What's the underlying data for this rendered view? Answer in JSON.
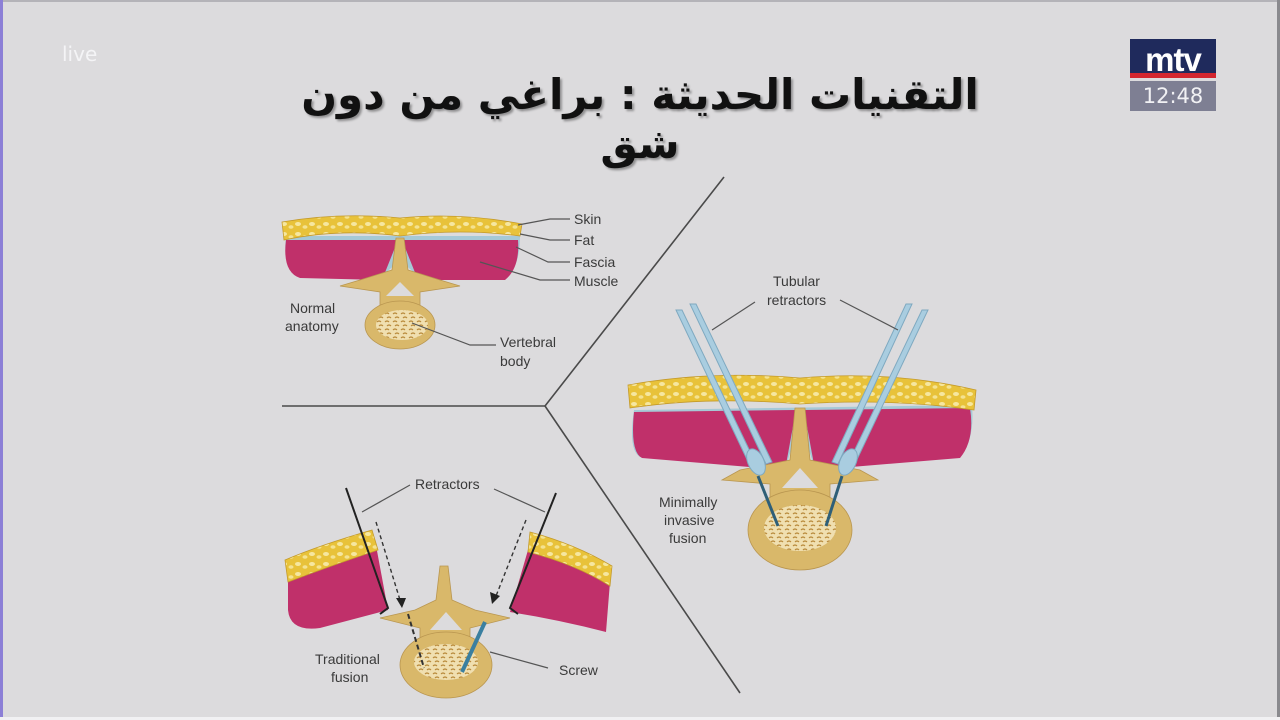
{
  "overlay": {
    "live_label": "live",
    "channel_logo": "mtv",
    "clock": "12:48"
  },
  "slide": {
    "title": "التقنيات الحديثة : براغي من دون شق",
    "panels": {
      "normal_anatomy": {
        "caption": [
          "Normal",
          "anatomy"
        ],
        "labels": {
          "skin": "Skin",
          "fat": "Fat",
          "fascia": "Fascia",
          "muscle": "Muscle",
          "vertebral_body": [
            "Vertebral",
            "body"
          ]
        }
      },
      "minimally_invasive": {
        "caption": [
          "Minimally",
          "invasive",
          "fusion"
        ],
        "labels": {
          "tubular_retractors": [
            "Tubular",
            "retractors"
          ]
        }
      },
      "traditional": {
        "caption": [
          "Traditional",
          "fusion"
        ],
        "labels": {
          "retractors": "Retractors",
          "screw": "Screw"
        }
      }
    }
  },
  "colors": {
    "background": "#dcdbdd",
    "fat": "#e8c23a",
    "muscle": "#c0306a",
    "bone": "#d9b86a",
    "retractor": "#a9cde0",
    "logo_blue": "#1f2a5c",
    "logo_red": "#d3262f",
    "clock_bg": "#7e7f93"
  }
}
